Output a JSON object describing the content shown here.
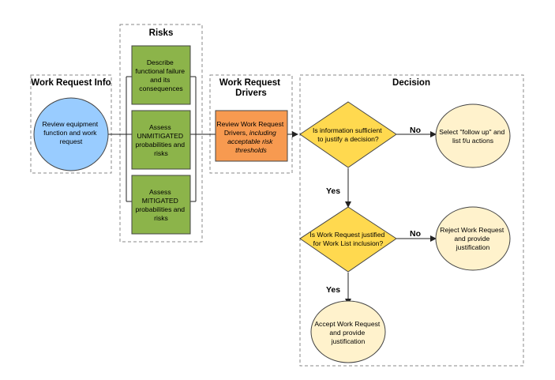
{
  "colors": {
    "info_fill": "#99ccff",
    "risk_fill": "#8cb44a",
    "driver_fill": "#f79a50",
    "decision_fill": "#ffd94f",
    "outcome_fill": "#fff2cc",
    "stroke": "#444444",
    "group_border": "#888888"
  },
  "groups": {
    "work_request_info": "Work Request Info",
    "risks": "Risks",
    "work_request_drivers": [
      "Work Request",
      "Drivers"
    ],
    "decision": "Decision"
  },
  "nodes": {
    "review_equipment": [
      "Review equipment",
      "function and work",
      "request"
    ],
    "describe_failure": [
      "Describe",
      "functional failure",
      "and its",
      "consequences"
    ],
    "assess_unmitigated": [
      "Assess",
      "UNMITIGATED",
      "probabilities and",
      "risks"
    ],
    "assess_mitigated": [
      "Assess",
      "MITIGATED",
      "probabilities and",
      "risks"
    ],
    "review_drivers": {
      "line1": "Review Work Request",
      "line2_plain": "Drivers, ",
      "line2_italic": "including",
      "line3": "acceptable risk",
      "line4": "thresholds"
    },
    "info_sufficient": [
      "Is information sufficient",
      "to justify a decision?"
    ],
    "wr_justified": [
      "Is Work Request justified",
      "for Work List inclusion?"
    ],
    "follow_up": [
      "Select \"follow up\" and",
      "list f/u actions"
    ],
    "reject": [
      "Reject Work Request",
      "and provide",
      "justification"
    ],
    "accept": [
      "Accept Work Request",
      "and provide",
      "justification"
    ]
  },
  "edge_labels": {
    "no_1": "No",
    "yes_1": "Yes",
    "no_2": "No",
    "yes_2": "Yes"
  }
}
